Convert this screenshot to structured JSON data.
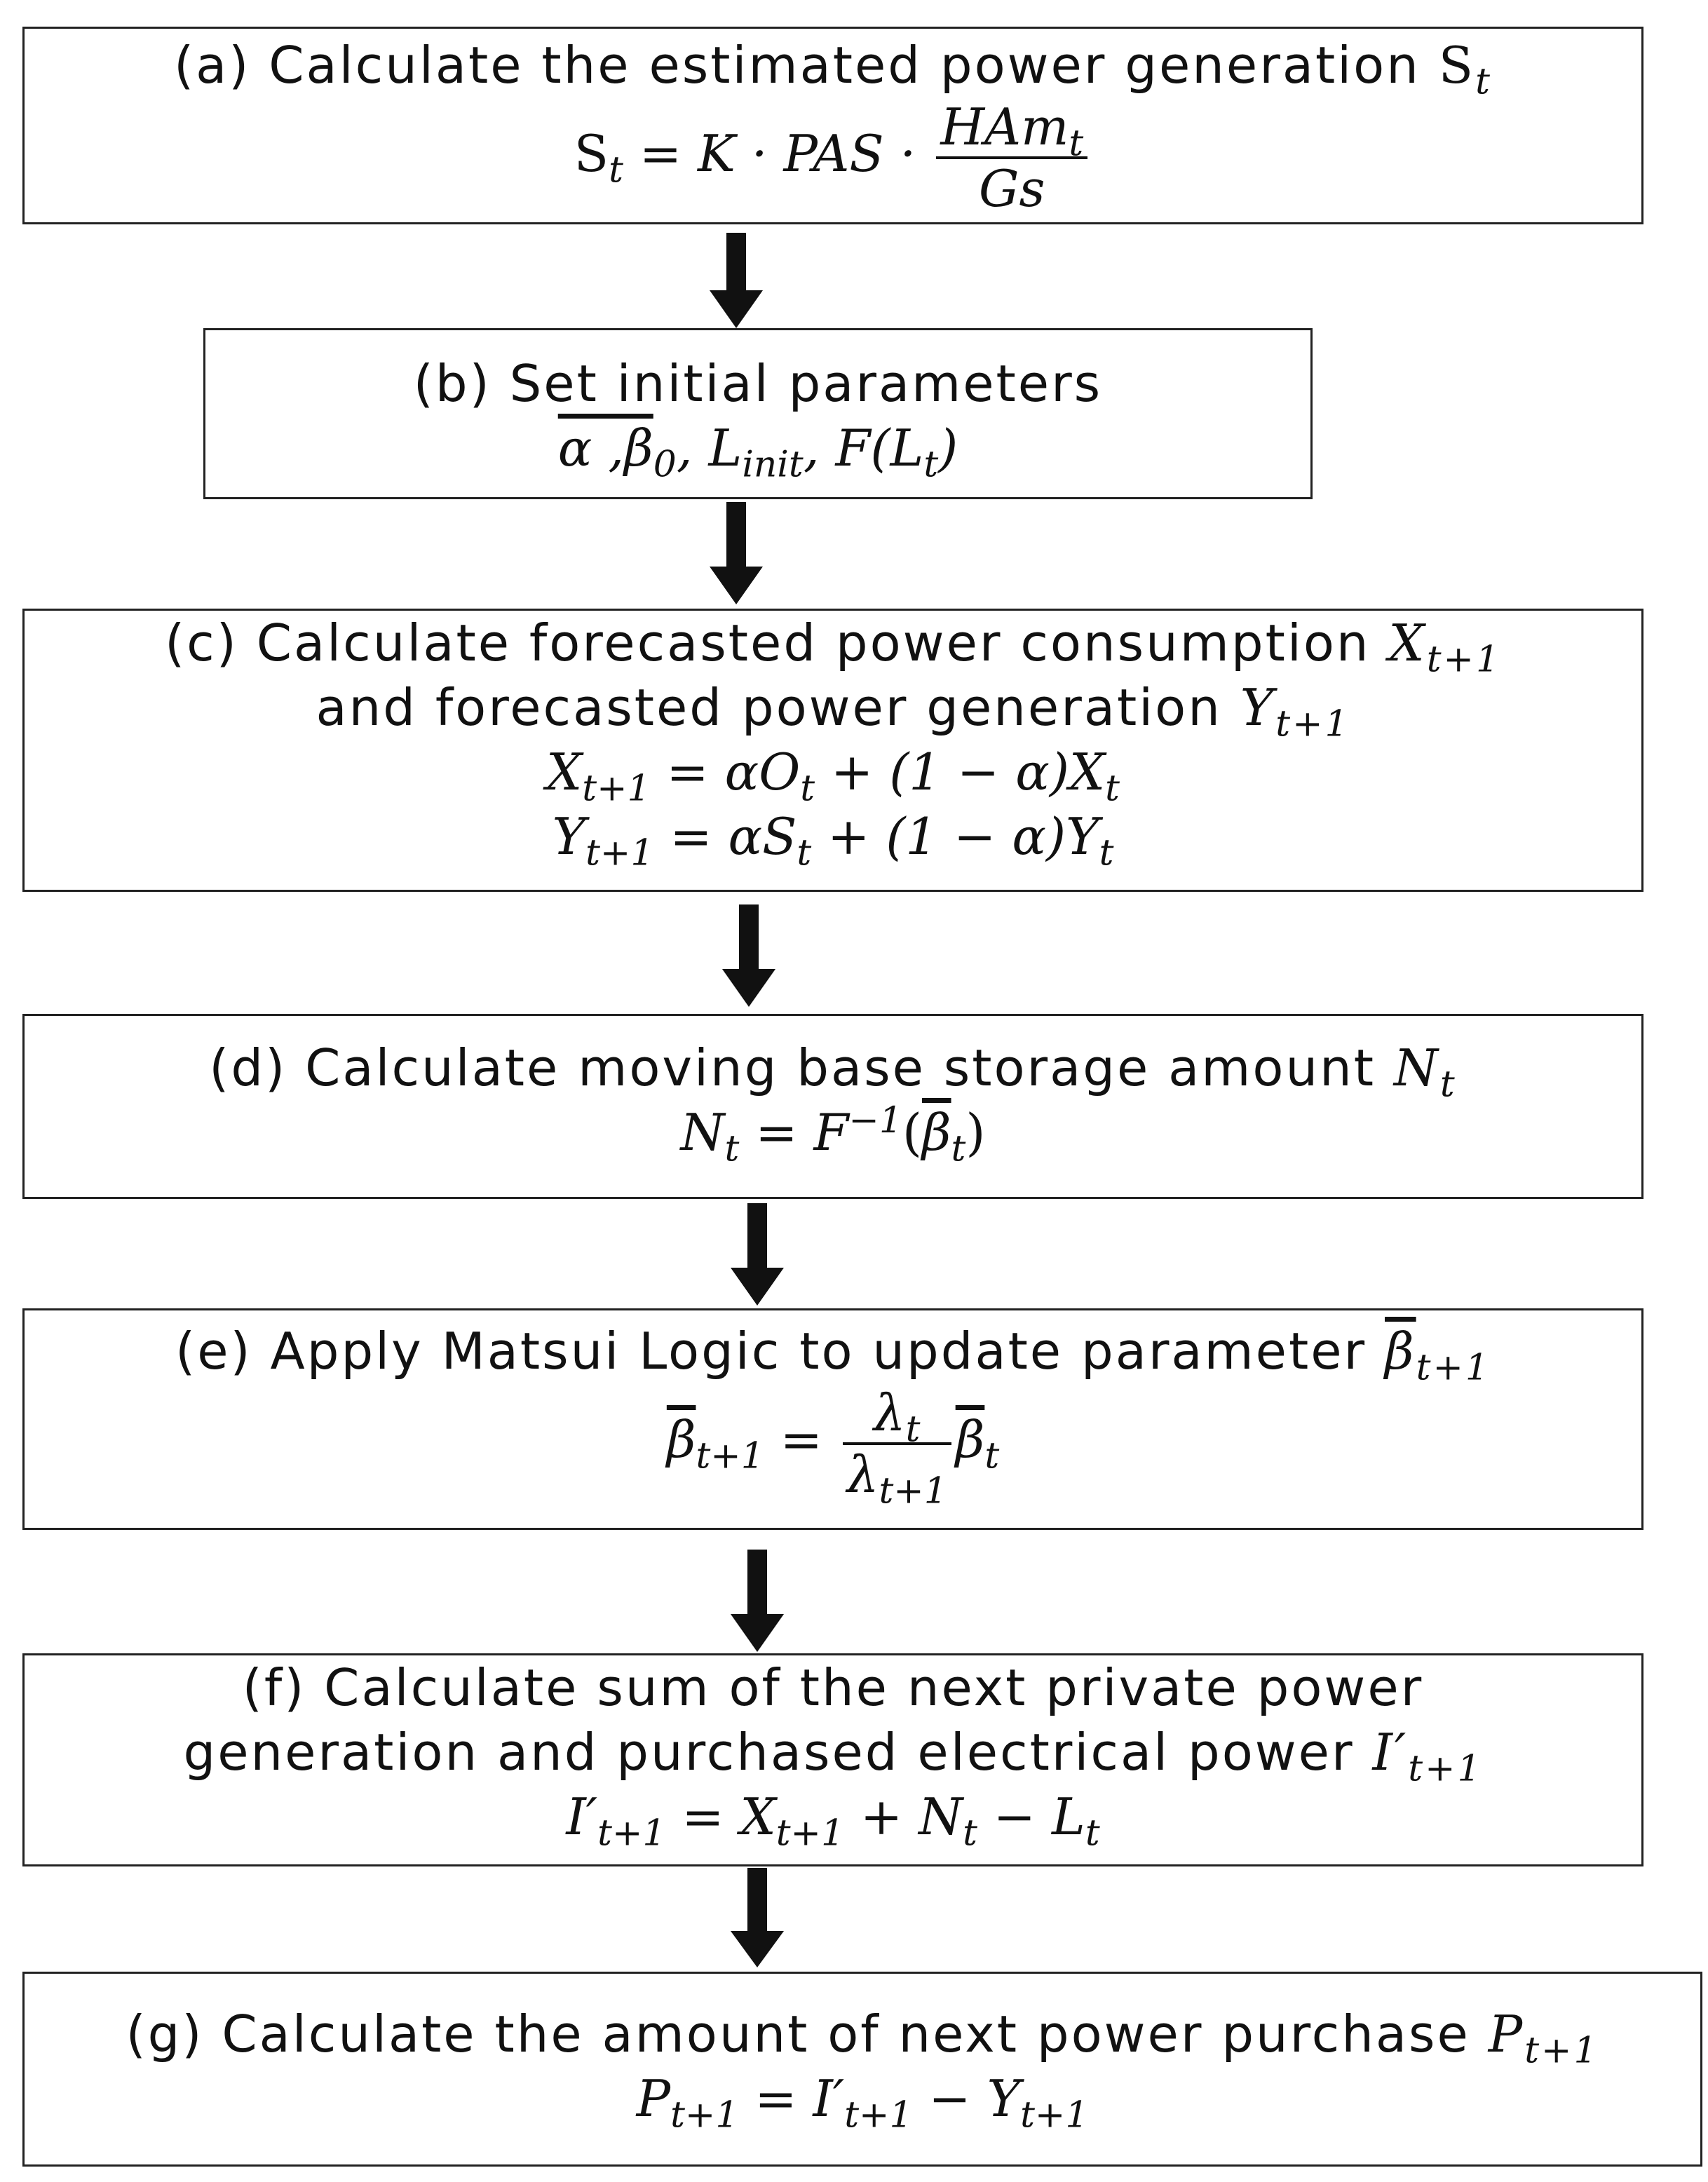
{
  "steps": [
    {
      "id": "a",
      "title": "(a) Calculate the estimated power generation",
      "var": "S",
      "var_sub": "t",
      "eq": {
        "lhs": "S",
        "lhs_sub": "t",
        "rhs_prefix": "= K · PAS ·",
        "num": "HAm",
        "num_sub": "t",
        "den": "Gs"
      }
    },
    {
      "id": "b",
      "title": "(b) Set initial parameters",
      "eq_text": "α ,β",
      "beta_sub": "0",
      "rest": ", L",
      "rest_sub": "init",
      "rest2": ", F(L",
      "rest2_sub": "t",
      "rest2_end": ")"
    },
    {
      "id": "c",
      "title_line1": "(c) Calculate forecasted power consumption",
      "title_line1_var": "X",
      "title_line1_sub": "t+1",
      "title_line2": "and forecasted power generation",
      "title_line2_var": "Y",
      "title_line2_sub": "t+1",
      "eq1": {
        "lhs": "X",
        "lhs_sub": "t+1",
        "mid": "= αO",
        "mid_sub": "t",
        "tail": "+ (1 − α)X",
        "tail_sub": "t"
      },
      "eq2": {
        "lhs": "Y",
        "lhs_sub": "t+1",
        "mid": "= αS",
        "mid_sub": "t",
        "tail": "+ (1 − α)Y",
        "tail_sub": "t"
      }
    },
    {
      "id": "d",
      "title": "(d) Calculate moving base storage amount",
      "var": "N",
      "var_sub": "t",
      "eq": {
        "lhs": "N",
        "lhs_sub": "t",
        "rhs": "= F",
        "sup": "−1",
        "arg": "β",
        "arg_sub": "t"
      }
    },
    {
      "id": "e",
      "title": "(e) Apply Matsui Logic to update parameter",
      "var": "β",
      "var_sub": "t+1",
      "eq": {
        "lhs": "β",
        "lhs_sub": "t+1",
        "eqsign": "=",
        "num": "λ",
        "num_sub": "t",
        "den": "λ",
        "den_sub": "t+1",
        "tail": "β",
        "tail_sub": "t"
      }
    },
    {
      "id": "f",
      "title_line1": "(f) Calculate sum of the next private power",
      "title_line2": "generation and purchased electrical power",
      "title_line2_var": "I′",
      "title_line2_sub": "t+1",
      "eq": {
        "lhs": "I′",
        "lhs_sub": "t+1",
        "p1": "= X",
        "p1_sub": "t+1",
        "p2": "+ N",
        "p2_sub": "t",
        "p3": "− L",
        "p3_sub": "t"
      }
    },
    {
      "id": "g",
      "title": "(g) Calculate the amount of next power purchase",
      "var": "P",
      "var_sub": "t+1",
      "eq": {
        "lhs": "P",
        "lhs_sub": "t+1",
        "p1": "= I′",
        "p1_sub": "t+1",
        "p2": "− Y",
        "p2_sub": "t+1"
      }
    }
  ]
}
